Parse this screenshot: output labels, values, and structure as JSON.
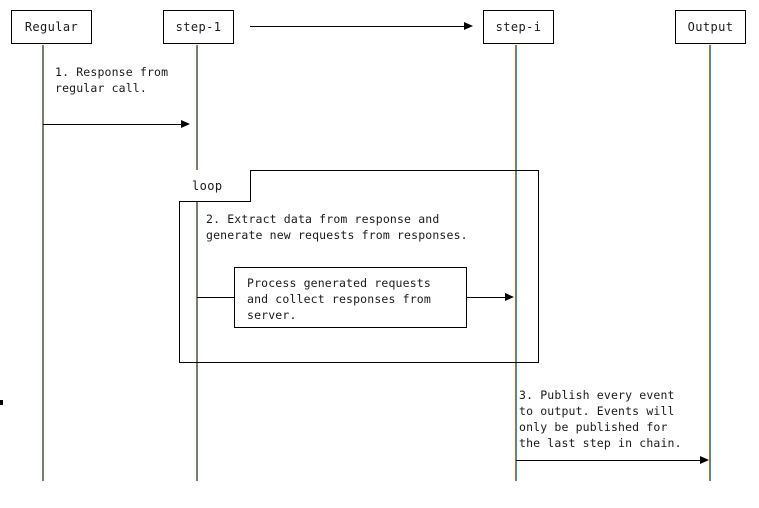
{
  "diagram": {
    "type": "sequence-diagram",
    "title": "",
    "participants": [
      {
        "id": "regular",
        "label": "Regular"
      },
      {
        "id": "step-1",
        "label": "step-1"
      },
      {
        "id": "step-i",
        "label": "step-i"
      },
      {
        "id": "output",
        "label": "Output"
      }
    ],
    "fragments": [
      {
        "id": "loop",
        "label": "loop",
        "operator": "loop"
      }
    ],
    "messages": [
      {
        "id": "ellipsis-arrow",
        "from": "step-1",
        "to": "step-i",
        "label": "",
        "kind": "solid-arrow"
      },
      {
        "id": "response-from-regular",
        "from": "regular",
        "to": "step-1",
        "label": "1. Response from\nregular call.",
        "kind": "solid-arrow"
      },
      {
        "id": "extract-data",
        "from": "step-1",
        "to": "step-1",
        "label": "2. Extract data from response and\ngenerate new requests from responses.",
        "kind": "note"
      },
      {
        "id": "process-generated-requests",
        "from": "step-1",
        "to": "step-i",
        "label": "Process generated requests\nand collect responses from\nserver.",
        "kind": "boxed-note-arrow"
      },
      {
        "id": "publish-every-event",
        "from": "step-i",
        "to": "output",
        "label": "3. Publish every event\nto output. Events will\nonly be published for\nthe last step in chain.",
        "kind": "solid-arrow"
      }
    ],
    "colors": {
      "stroke": "#000000",
      "lifeline_left": "#a07a28",
      "lifeline_right": "#4d86b5",
      "text": "#1a1a1a",
      "background": "#ffffff"
    }
  }
}
